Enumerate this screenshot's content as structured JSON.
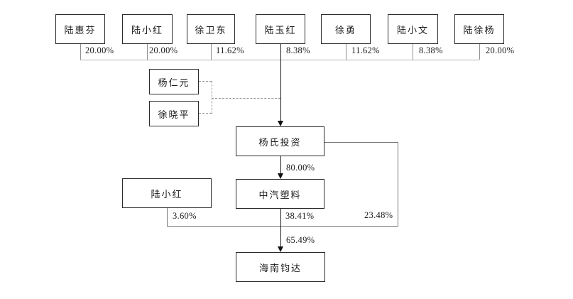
{
  "diagram": {
    "type": "equity-ownership-structure",
    "top_shareholders": [
      {
        "name": "陆惠芬",
        "pct": "20.00%"
      },
      {
        "name": "陆小红",
        "pct": "20.00%"
      },
      {
        "name": "徐卫东",
        "pct": "11.62%"
      },
      {
        "name": "陆玉红",
        "pct": "8.38%"
      },
      {
        "name": "徐勇",
        "pct": "11.62%"
      },
      {
        "name": "陆小文",
        "pct": "8.38%"
      },
      {
        "name": "陆徐杨",
        "pct": "20.00%"
      }
    ],
    "related_parties": [
      {
        "name": "杨仁元"
      },
      {
        "name": "徐晓平"
      }
    ],
    "entities": {
      "yangshi_investment": {
        "name": "杨氏投资"
      },
      "zhongqi_plastics": {
        "name": "中汽塑料"
      },
      "lu_xiaohong_direct": {
        "name": "陆小红",
        "pct": "3.60%"
      },
      "hainan_junda": {
        "name": "海南钧达"
      }
    },
    "edge_labels": {
      "yangshi_to_zhongqi": "80.00%",
      "zhongqi_to_hainan": "38.41%",
      "yangshi_to_hainan": "23.48%",
      "total_into_hainan": "65.49%"
    },
    "colors": {
      "line_dark": "#1a1a1a",
      "line_gray": "#8f8f8f",
      "line_light": "#b3b3b3",
      "box_border": "#2b2b2b",
      "background": "#ffffff"
    }
  }
}
